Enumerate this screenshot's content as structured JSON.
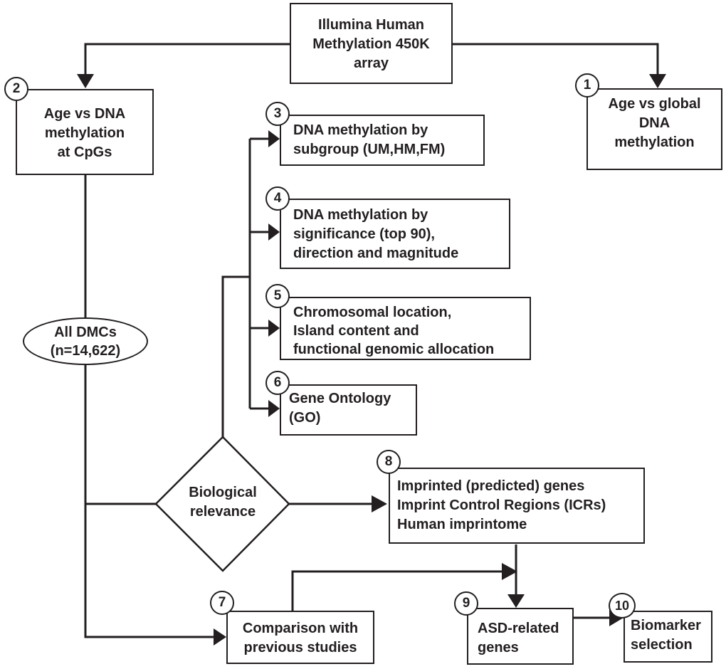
{
  "colors": {
    "stroke": "#231f20",
    "background": "#ffffff"
  },
  "nodes": {
    "source": {
      "lines": [
        "Illumina Human",
        "Methylation 450K",
        "array"
      ]
    },
    "cpgs": {
      "badge": "2",
      "lines": [
        "Age vs DNA",
        "methylation",
        "at CpGs"
      ]
    },
    "global": {
      "badge": "1",
      "lines": [
        "Age vs global",
        "DNA",
        "methylation"
      ]
    },
    "subgroup": {
      "badge": "3",
      "lines": [
        "DNA methylation by",
        "subgroup (UM,HM,FM)"
      ]
    },
    "significance": {
      "badge": "4",
      "lines": [
        "DNA methylation by",
        "significance (top 90),",
        "direction and magnitude"
      ]
    },
    "chromosomal": {
      "badge": "5",
      "lines": [
        "Chromosomal location,",
        "Island content and",
        "functional genomic allocation"
      ]
    },
    "go": {
      "badge": "6",
      "lines": [
        "Gene Ontology",
        "(GO)"
      ]
    },
    "dmcs": {
      "lines": [
        "All DMCs",
        "(n=14,622)"
      ]
    },
    "relevance": {
      "lines": [
        "Biological",
        "relevance"
      ]
    },
    "imprinted": {
      "badge": "8",
      "lines": [
        "Imprinted (predicted) genes",
        "Imprint Control Regions (ICRs)",
        "Human imprintome"
      ]
    },
    "comparison": {
      "badge": "7",
      "lines": [
        "Comparison with",
        "previous studies"
      ]
    },
    "asd": {
      "badge": "9",
      "lines": [
        "ASD-related",
        "genes"
      ]
    },
    "biomarker": {
      "badge": "10",
      "lines": [
        "Biomarker",
        "selection"
      ]
    }
  }
}
